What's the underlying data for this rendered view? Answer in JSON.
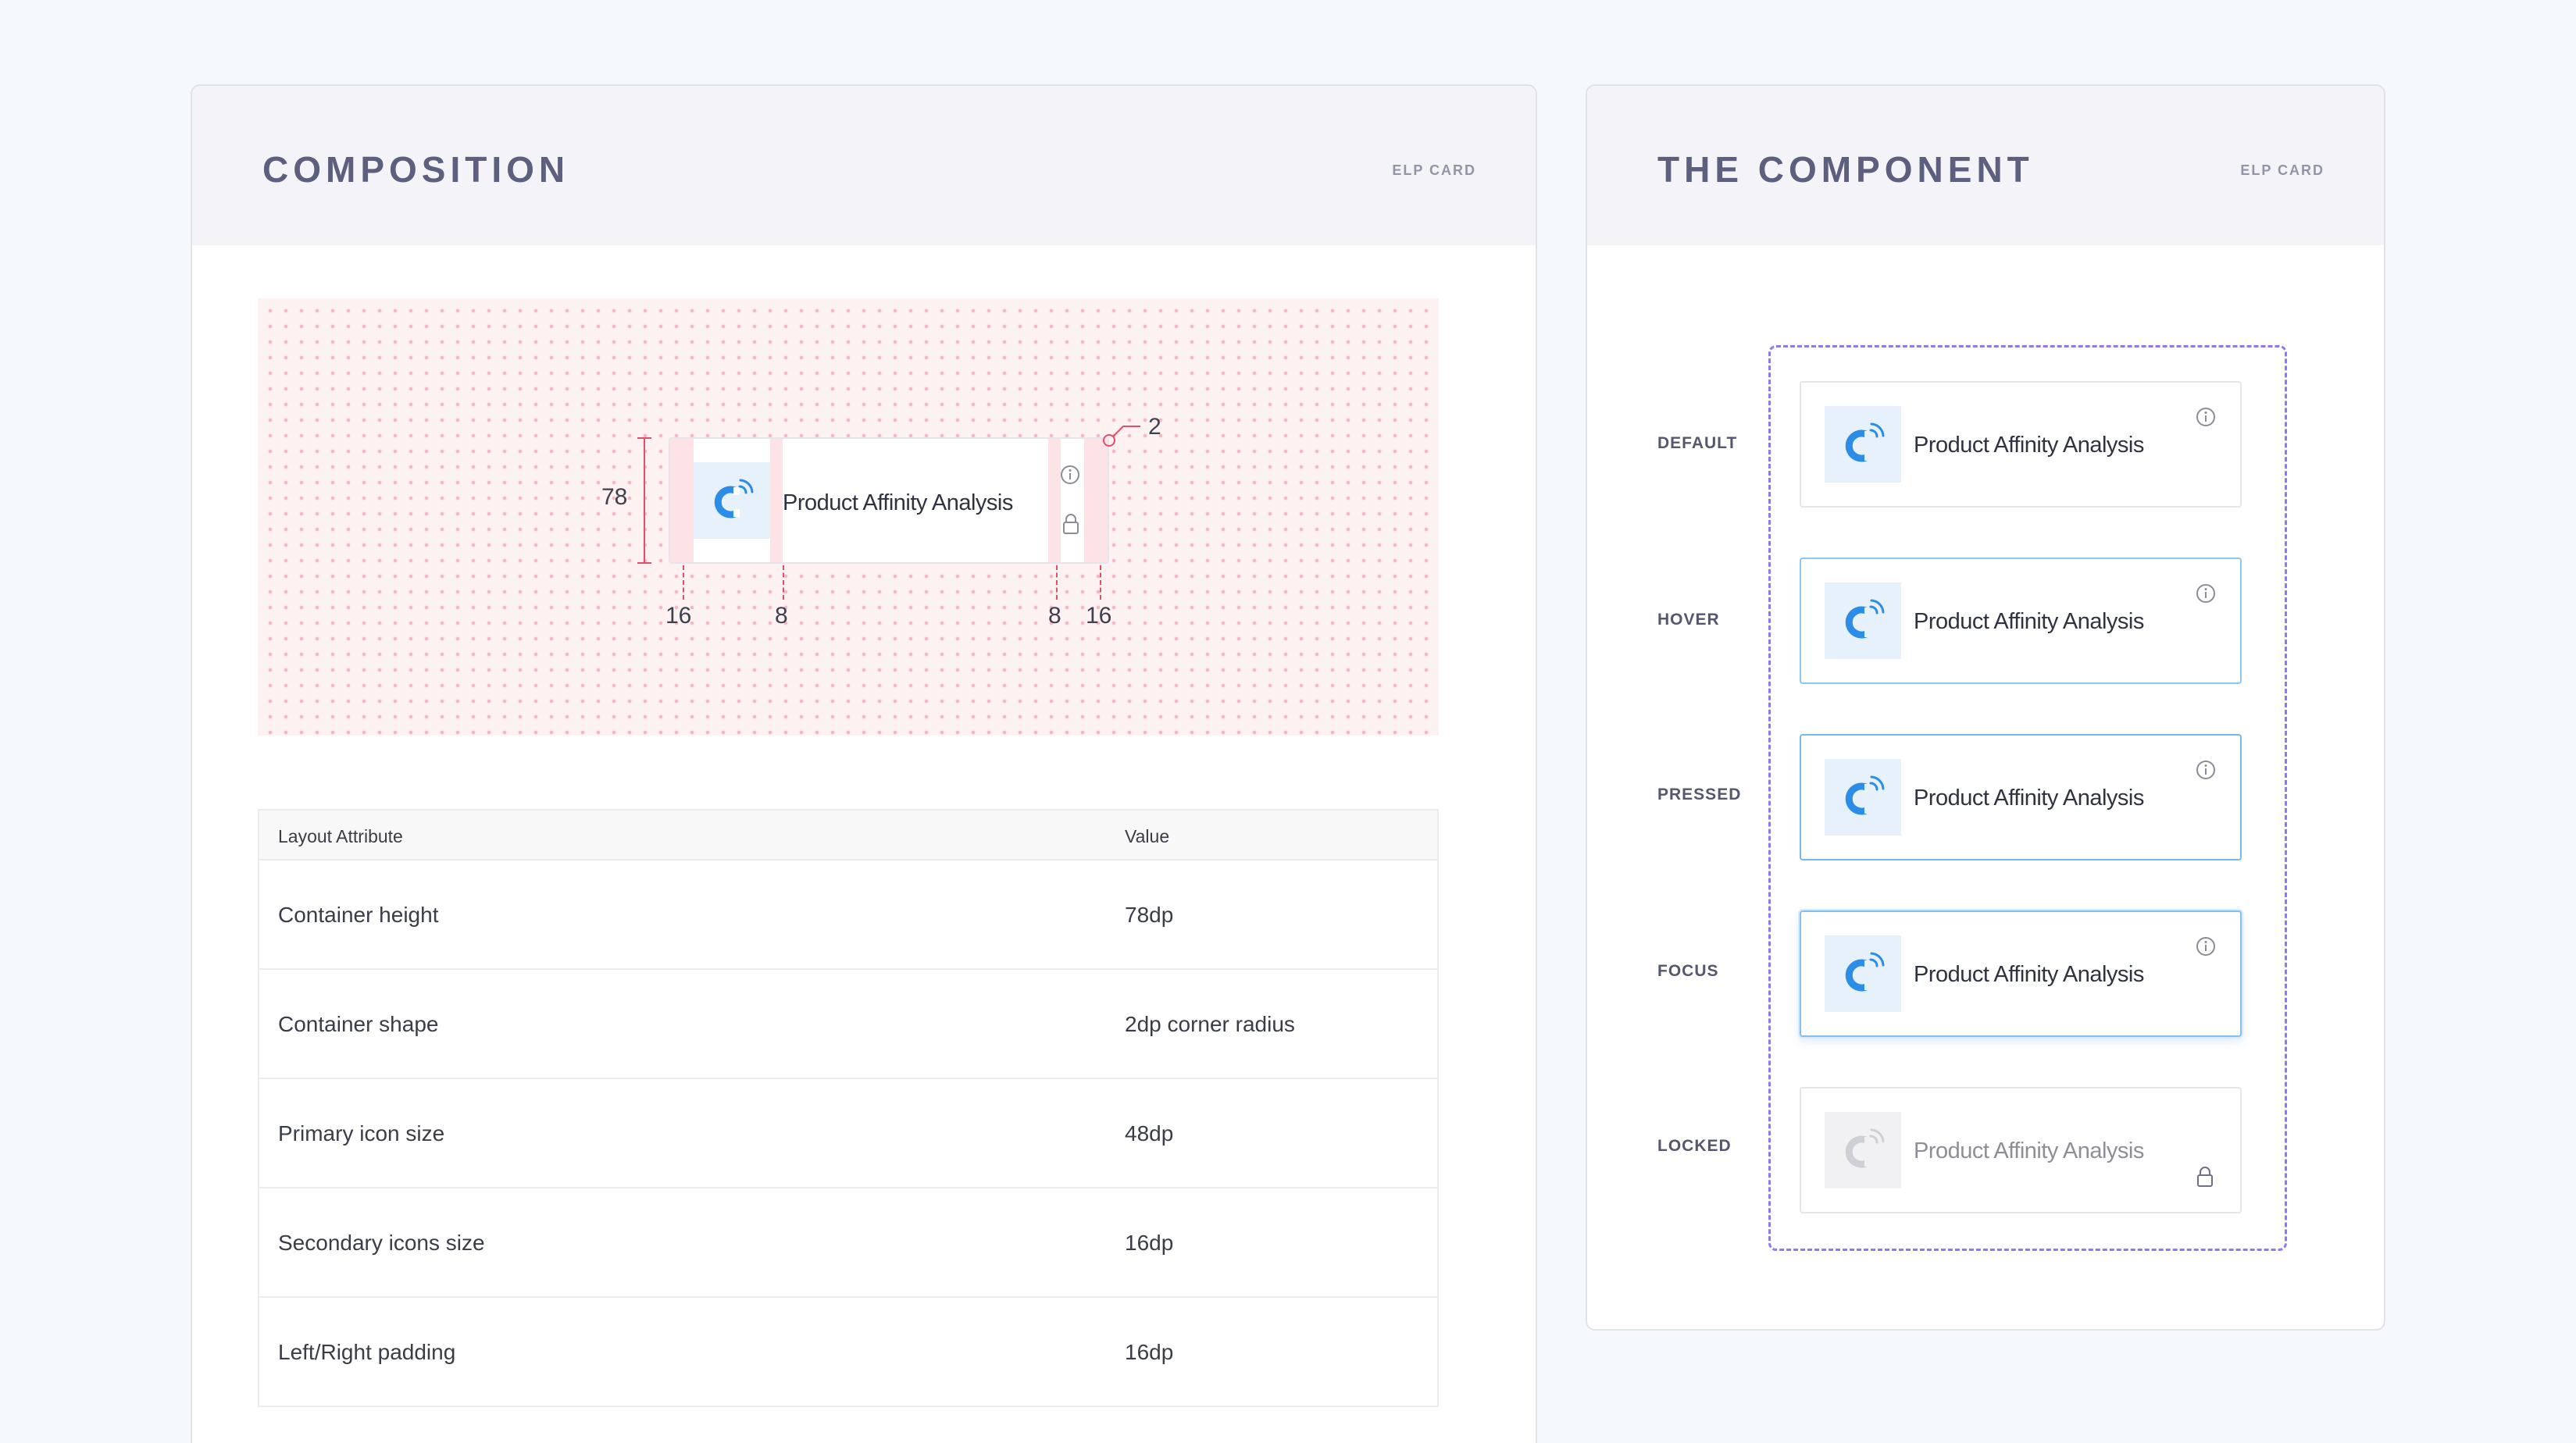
{
  "composition": {
    "title": "COMPOSITION",
    "tag": "ELP CARD",
    "anatomy": {
      "card_label": "Product Affinity Analysis",
      "icon": "magnet-icon",
      "height_label": "78",
      "radius_label": "2",
      "padding_left_label": "16",
      "gap_left_label": "8",
      "gap_right_label": "8",
      "padding_right_label": "16"
    },
    "table": {
      "headers": [
        "Layout Attribute",
        "Value"
      ],
      "rows": [
        [
          "Container height",
          "78dp"
        ],
        [
          "Container shape",
          "2dp corner radius"
        ],
        [
          "Primary icon size",
          "48dp"
        ],
        [
          "Secondary icons size",
          "16dp"
        ],
        [
          "Left/Right padding",
          "16dp"
        ]
      ]
    }
  },
  "component": {
    "title": "THE COMPONENT",
    "tag": "ELP CARD",
    "states": [
      {
        "label": "DEFAULT",
        "card_title": "Product Affinity Analysis",
        "trailing_icon": "info-icon"
      },
      {
        "label": "HOVER",
        "card_title": "Product Affinity Analysis",
        "trailing_icon": "info-icon"
      },
      {
        "label": "PRESSED",
        "card_title": "Product Affinity Analysis",
        "trailing_icon": "info-icon"
      },
      {
        "label": "FOCUS",
        "card_title": "Product Affinity Analysis",
        "trailing_icon": "info-icon"
      },
      {
        "label": "LOCKED",
        "card_title": "Product Affinity Analysis",
        "trailing_icon": "lock-icon"
      }
    ]
  },
  "colors": {
    "accent_blue": "#2b8de6",
    "annotation_red": "#e0506a",
    "dashed_frame": "#8c7bf0",
    "title_text": "#5d5f7e"
  }
}
